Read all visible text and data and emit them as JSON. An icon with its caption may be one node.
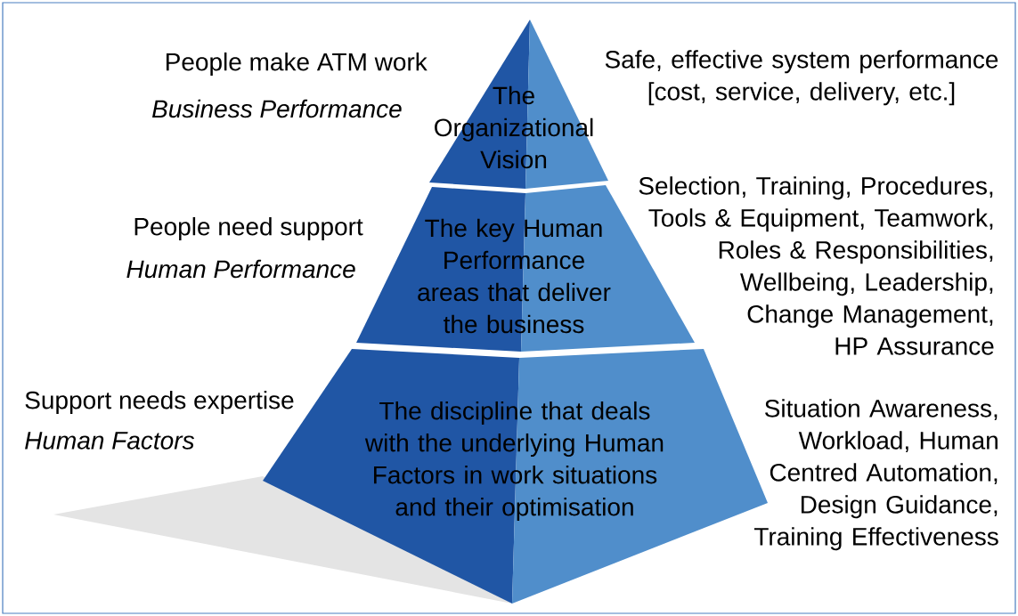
{
  "diagram": {
    "nodes": [
      {
        "text": [
          "The Organizational Vision"
        ]
      },
      {
        "text": [
          "The key Human Performance areas that deliver the business"
        ]
      },
      {
        "text": [
          "The discipline that deals with the underlying Human Factors in work situations and their optimisation"
        ]
      }
    ],
    "labels": [
      "People make ATM work",
      "Business Performance",
      "Safe, effective system performance [cost, service, delivery, etc.]",
      "People need support",
      "Human Performance",
      "Selection, Training, Procedures, Tools & Equipment, Teamwork, Roles & Responsibilities, Wellbeing, Leadership, Change Management, HP Assurance",
      "Support needs expertise",
      "Human Factors",
      "Situation Awareness, Workload, Human Centred Automation, Design Guidance, Training Effectiveness"
    ]
  }
}
